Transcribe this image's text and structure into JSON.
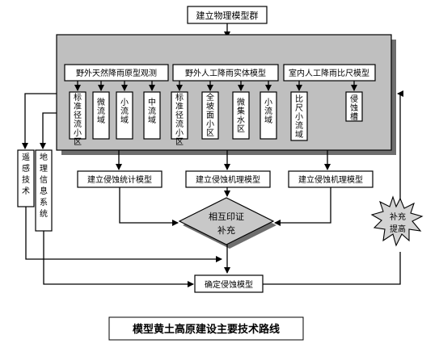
{
  "top_box": "建立物理模型群",
  "groups": [
    {
      "label": "野外天然降雨原型观测",
      "items": [
        "标准径流小区",
        "微流域",
        "小流域",
        "中流域"
      ]
    },
    {
      "label": "野外人工降雨实体模型",
      "items": [
        "标准径流小区",
        "全坡面小区",
        "微集水区",
        "小流域"
      ]
    },
    {
      "label": "室内人工降雨比尺模型",
      "items": [
        "比尺小流域",
        "侵蚀槽"
      ]
    }
  ],
  "models": [
    "建立侵蚀统计模型",
    "建立侵蚀机理模型",
    "建立侵蚀机理模型"
  ],
  "diamond": [
    "相互印证",
    "补充"
  ],
  "left_tech": [
    "遥感技术",
    "地理信息系统"
  ],
  "star": [
    "补充",
    "提高"
  ],
  "bottom_box": "确定侵蚀模型",
  "caption": "模型黄土高原建设主要技术路线"
}
